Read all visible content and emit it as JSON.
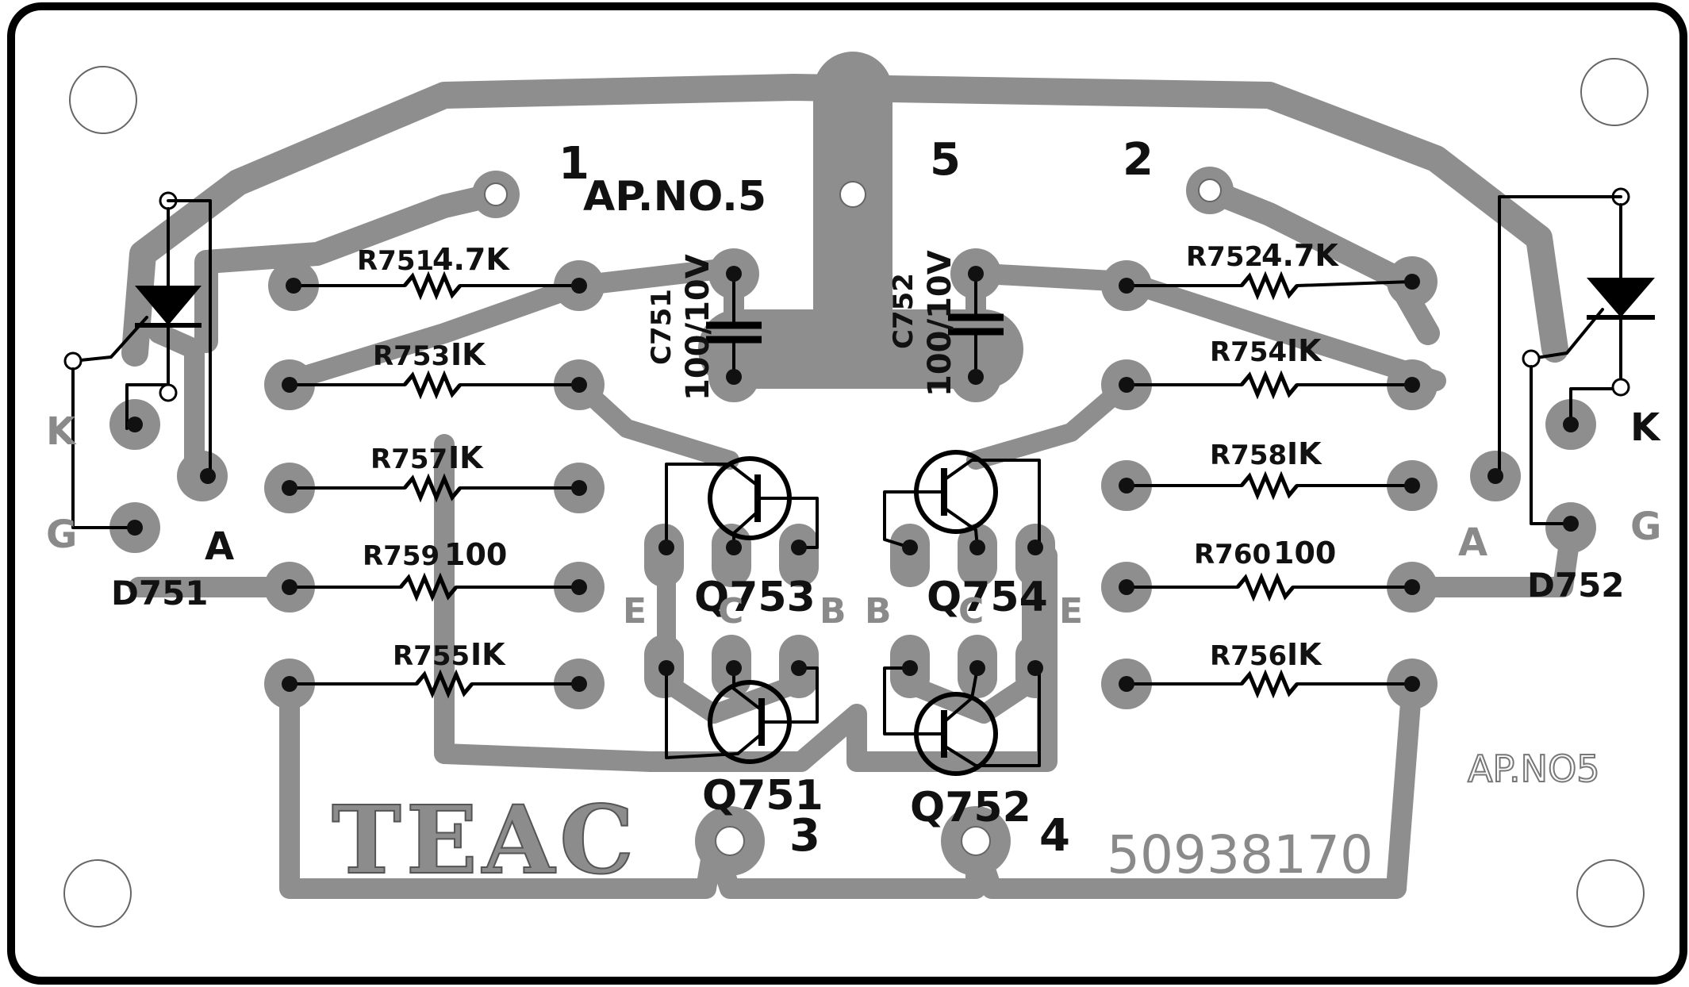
{
  "board": {
    "label_top": "AP.NO.5",
    "label_side": "AP.NO5",
    "brand": "TEAC",
    "part_number": "50938170"
  },
  "terminals": [
    "1",
    "5",
    "2",
    "3",
    "4"
  ],
  "resistors": [
    {
      "ref": "R751",
      "value": "4.7K"
    },
    {
      "ref": "R752",
      "value": "4.7K"
    },
    {
      "ref": "R753",
      "value": "IK"
    },
    {
      "ref": "R754",
      "value": "IK"
    },
    {
      "ref": "R757",
      "value": "IK"
    },
    {
      "ref": "R758",
      "value": "IK"
    },
    {
      "ref": "R759",
      "value": "100"
    },
    {
      "ref": "R760",
      "value": "100"
    },
    {
      "ref": "R755",
      "value": "IK"
    },
    {
      "ref": "R756",
      "value": "IK"
    }
  ],
  "capacitors": [
    {
      "ref": "C751",
      "value": "100/10V"
    },
    {
      "ref": "C752",
      "value": "100/10V"
    }
  ],
  "transistors": [
    "Q753",
    "Q754",
    "Q751",
    "Q752"
  ],
  "transistor_pins": {
    "emitter": "E",
    "collector": "C",
    "base": "B"
  },
  "diodes": [
    {
      "ref": "D751",
      "pins": {
        "k": "K",
        "g": "G",
        "a": "A"
      }
    },
    {
      "ref": "D752",
      "pins": {
        "k": "K",
        "g": "G",
        "a": "A"
      }
    }
  ]
}
